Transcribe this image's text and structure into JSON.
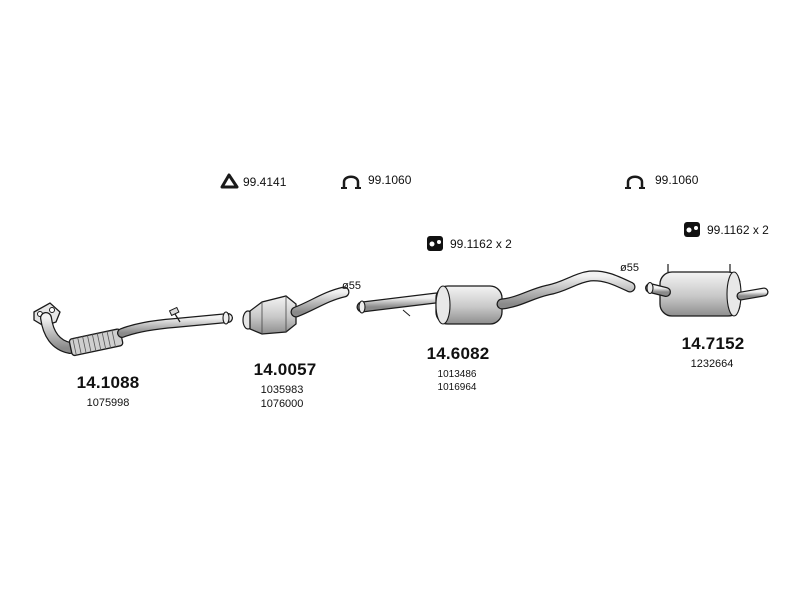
{
  "parts": [
    {
      "code": "14.1088",
      "refs": [
        "1075998"
      ]
    },
    {
      "code": "14.0057",
      "refs": [
        "1035983",
        "1076000"
      ]
    },
    {
      "code": "14.6082",
      "refs": [
        "1013486",
        "1016964"
      ]
    },
    {
      "code": "14.7152",
      "refs": [
        "1232664"
      ]
    }
  ],
  "accessories": [
    {
      "label": "99.4141",
      "icon": "seal-ring-icon"
    },
    {
      "label": "99.1060",
      "icon": "clamp-icon"
    },
    {
      "label": "99.1060",
      "icon": "clamp-icon"
    },
    {
      "label": "99.1162 x 2",
      "icon": "rubber-hanger-icon"
    },
    {
      "label": "99.1162 x 2",
      "icon": "rubber-hanger-icon"
    }
  ],
  "diameters": [
    {
      "label": "ø55"
    },
    {
      "label": "ø55"
    }
  ],
  "colors": {
    "line": "#1a1a1a",
    "fill_light": "#dcdcdc",
    "fill_mid": "#b4b4b4"
  }
}
